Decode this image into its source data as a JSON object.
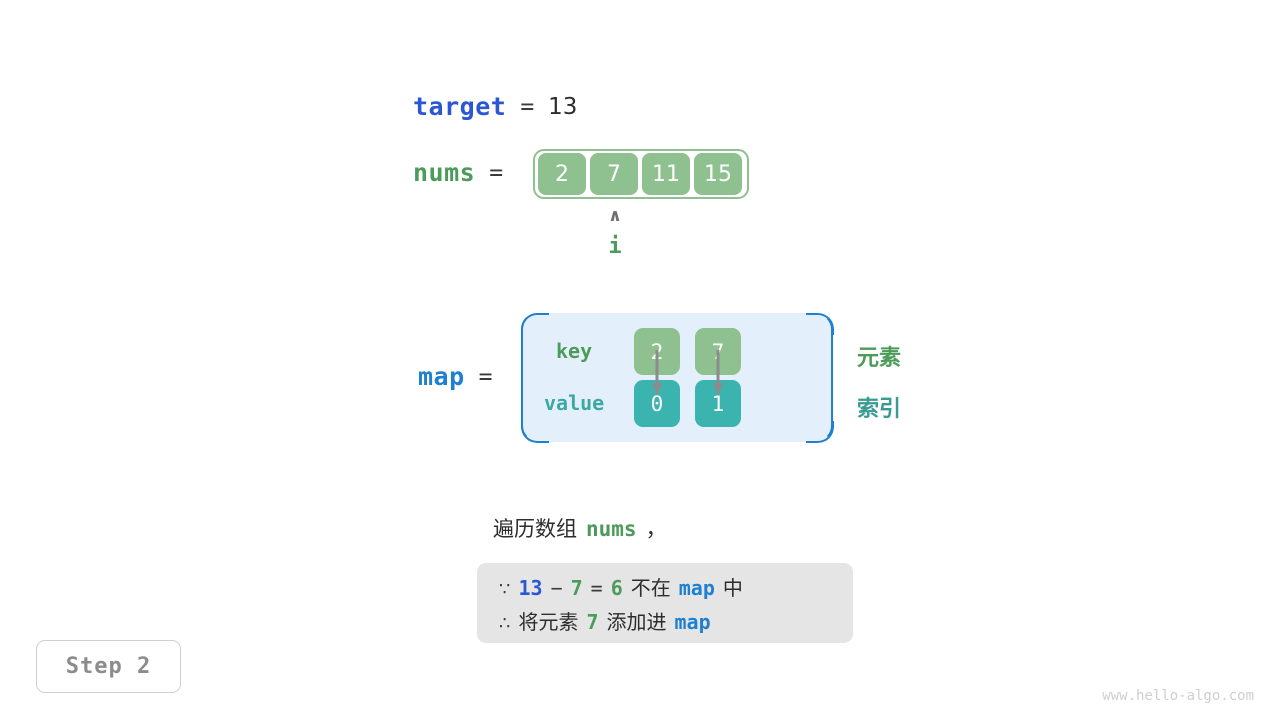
{
  "target": {
    "name": "target",
    "equals": "=",
    "value": "13"
  },
  "nums": {
    "name": "nums",
    "equals": "=",
    "cells": [
      "2",
      "7",
      "11",
      "15"
    ]
  },
  "pointer": {
    "caret": "∧",
    "label": "i",
    "index": 1
  },
  "map": {
    "name": "map",
    "equals": "=",
    "row_labels": {
      "key": "key",
      "value": "value"
    },
    "side_labels": {
      "element": "元素",
      "index": "索引"
    },
    "keys": [
      "2",
      "7"
    ],
    "values": [
      "0",
      "1"
    ]
  },
  "caption": {
    "prefix": "遍历数组",
    "code": "nums",
    "suffix": "，"
  },
  "note": {
    "line1": {
      "symbol": "∵",
      "a": "13",
      "minus": "−",
      "b": "7",
      "eq": "=",
      "c": "6",
      "text": "不在",
      "map": "map",
      "tail": "中"
    },
    "line2": {
      "symbol": "∴",
      "text1": "将元素",
      "num": "7",
      "text2": "添加进",
      "map": "map"
    }
  },
  "step_badge": "Step 2",
  "watermark": "www.hello-algo.com",
  "colors": {
    "target_blue": "#2B57D4",
    "nums_green": "#4C9B5A",
    "map_blue": "#1E80CE",
    "cell_green": "#8FC08F",
    "cell_teal": "#3BB3AE",
    "map_bg": "#E3F0FB",
    "note_bg": "#E5E5E5",
    "arrow_gray": "#8c8c8c"
  }
}
